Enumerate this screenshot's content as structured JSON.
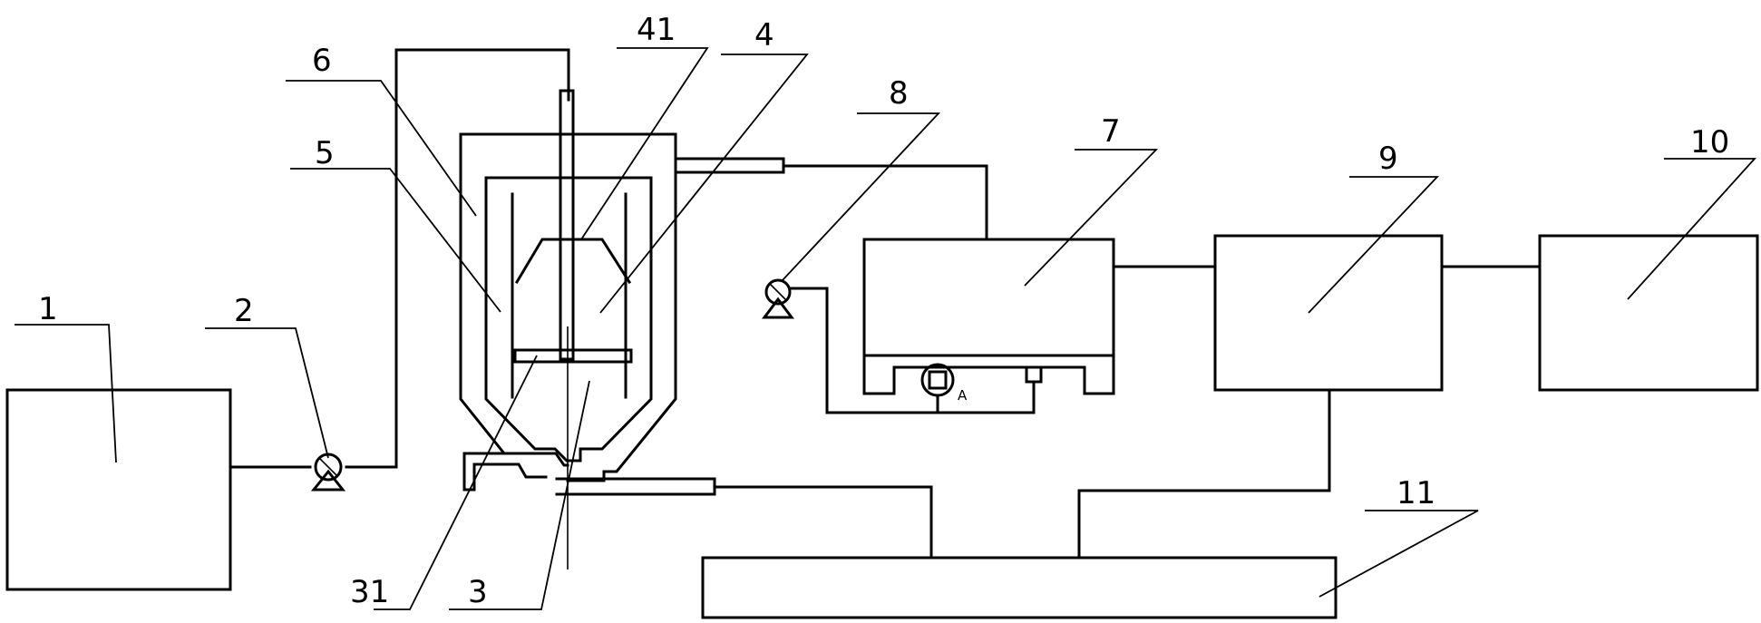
{
  "labels": {
    "l1": "1",
    "l2": "2",
    "l3": "3",
    "l31": "31",
    "l4": "4",
    "l41": "41",
    "l5": "5",
    "l6": "6",
    "l7": "7",
    "l8": "8",
    "l9": "9",
    "l10": "10",
    "l11": "11",
    "lA": "A"
  }
}
